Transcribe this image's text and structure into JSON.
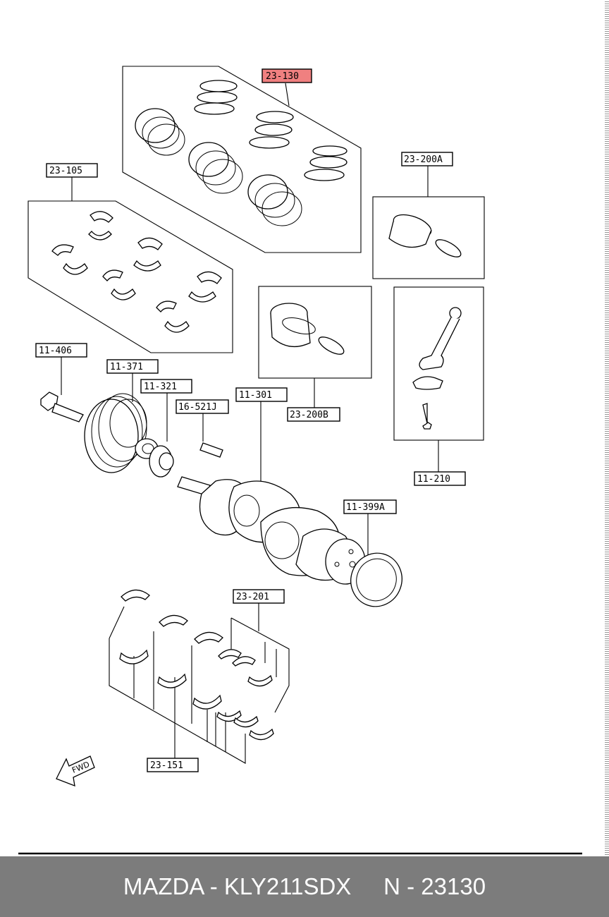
{
  "callouts": {
    "c23_130": "23-130",
    "c23_105": "23-105",
    "c23_200A": "23-200A",
    "c23_200B": "23-200B",
    "c11_210": "11-210",
    "c11_406": "11-406",
    "c11_371": "11-371",
    "c11_321": "11-321",
    "c16_521J": "16-521J",
    "c11_301": "11-301",
    "c11_399A": "11-399A",
    "c23_201": "23-201",
    "c23_151": "23-151"
  },
  "fwd_label": "FWD",
  "footer": {
    "text": "MAZDA - KLY211SDX     N - 23130"
  },
  "colors": {
    "highlight": "#f08080",
    "footer_bg": "#7c7c7c",
    "footer_text": "#ffffff"
  }
}
